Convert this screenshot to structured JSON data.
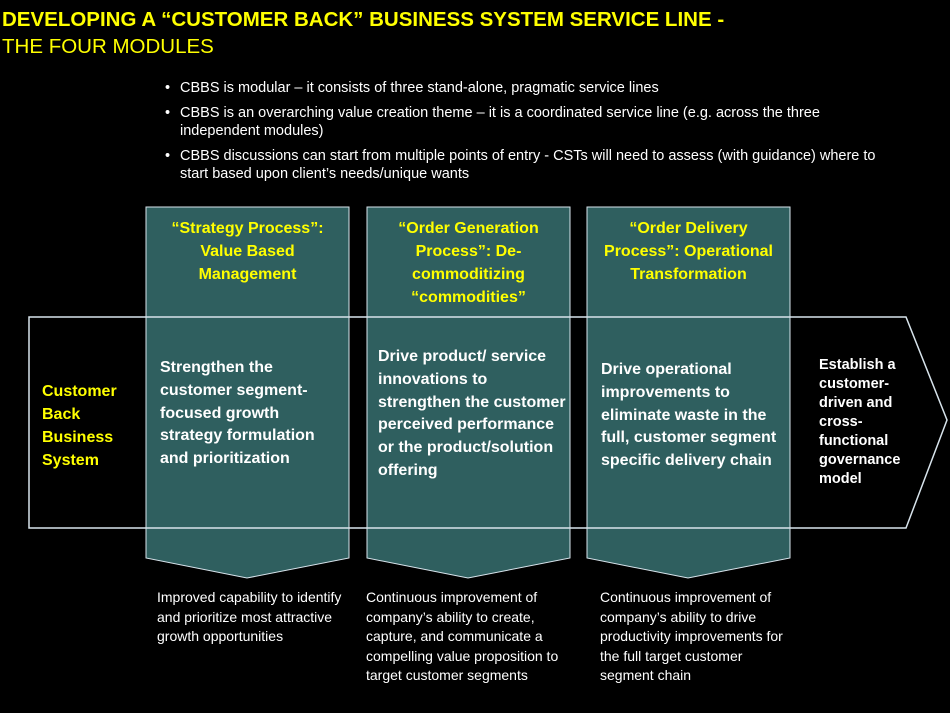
{
  "title": {
    "line1": "DEVELOPING A “CUSTOMER BACK” BUSINESS SYSTEM SERVICE LINE",
    "dash": " -",
    "line2": "THE FOUR MODULES"
  },
  "bullets": [
    "CBBS is modular – it consists of three stand-alone, pragmatic service lines",
    "CBBS is an overarching value creation theme – it is  a coordinated service line (e.g. across the three independent modules)",
    "CBBS discussions can start from multiple points of entry - CSTs will need to assess (with guidance) where to start based upon client’s needs/unique wants"
  ],
  "system_label": "Customer Back Business System",
  "modules": [
    {
      "heading": "“Strategy Process”: Value Based Management",
      "body": "Strengthen the customer segment-focused growth strategy formulation and prioritization",
      "outcome": "Improved capability to identify and prioritize most attractive growth opportunities"
    },
    {
      "heading": "“Order Generation Process”: De-commoditizing “commodities”",
      "body": "Drive product/ service innovations to strengthen the customer perceived performance or the product/solution offering",
      "outcome": "Continuous improvement of company’s ability to create, capture, and communicate a compelling value proposition to target customer segments"
    },
    {
      "heading": "“Order Delivery Process”: Operational Transformation",
      "body": "Drive operational improvements to eliminate waste in the full, customer segment specific delivery chain",
      "outcome": "Continuous improvement of company’s ability to drive productivity improvements for the full target customer segment chain"
    }
  ],
  "governance": "Establish a customer-driven and cross-functional governance model",
  "colors": {
    "title": "#ffff00",
    "module_fill": "#2f5f5f",
    "outline": "#d8e4ec"
  }
}
